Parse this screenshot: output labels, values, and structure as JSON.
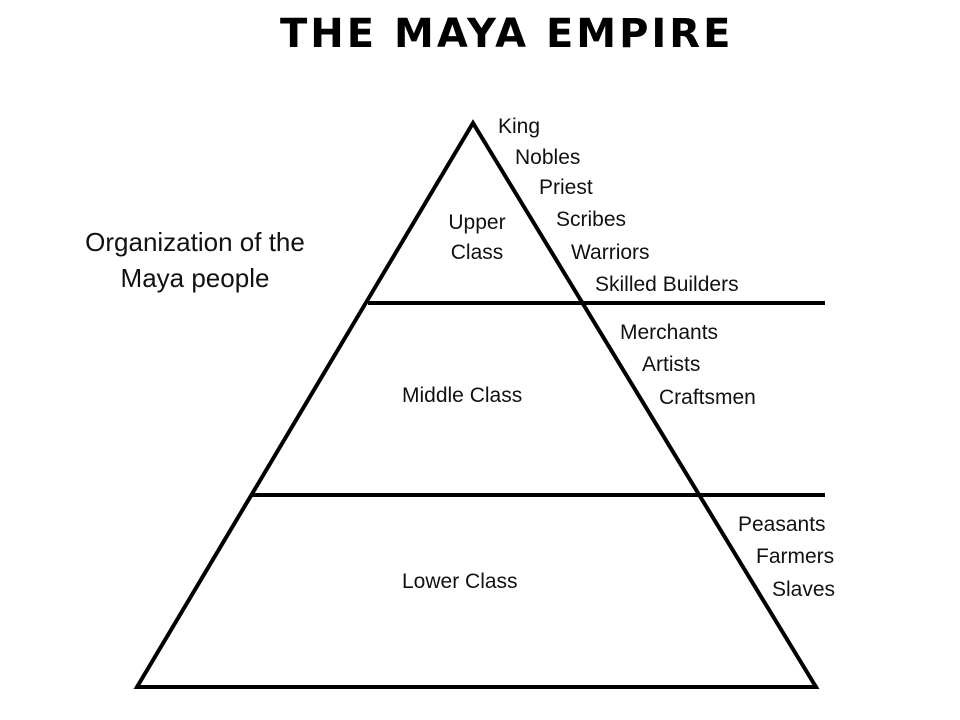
{
  "title": "The Maya Empire",
  "subtitle": {
    "line1": "Organization of the",
    "line2": "Maya people"
  },
  "classes": {
    "upper": {
      "line1": "Upper",
      "line2": "Class"
    },
    "middle": "Middle Class",
    "lower": "Lower Class"
  },
  "upper_roles": [
    "King",
    "Nobles",
    "Priest",
    "Scribes",
    "Warriors",
    "Skilled Builders"
  ],
  "middle_roles": [
    "Merchants",
    "Artists",
    "Craftsmen"
  ],
  "lower_roles": [
    "Peasants",
    "Farmers",
    "Slaves"
  ]
}
